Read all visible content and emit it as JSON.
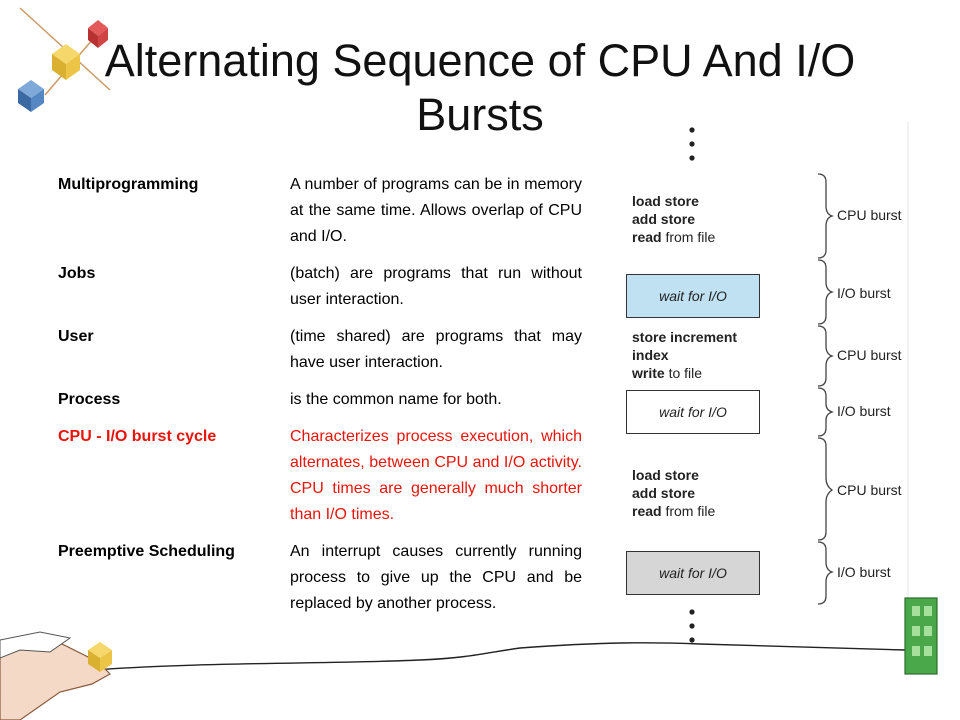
{
  "title": "Alternating Sequence of CPU And I/O Bursts",
  "definitions": [
    {
      "term": "Multiprogramming",
      "desc": "A number of programs can be in memory at the same time. Allows overlap of CPU and I/O.",
      "highlight": false
    },
    {
      "term": "Jobs",
      "desc": "(batch) are programs that run without user interaction.",
      "highlight": false
    },
    {
      "term": "User",
      "desc": "(time shared) are programs that may have user interaction.",
      "highlight": false
    },
    {
      "term": "Process",
      "desc": "is the common name for both.",
      "highlight": false
    },
    {
      "term": "CPU - I/O burst cycle",
      "desc": "Characterizes process execution, which alternates, between CPU and I/O activity. CPU times are generally much shorter than I/O times.",
      "highlight": true
    },
    {
      "term": "Preemptive Scheduling",
      "desc": "An interrupt causes currently running process to give up the CPU and be replaced by another process.",
      "highlight": false
    }
  ],
  "diagram": {
    "code_blocks": [
      {
        "lines": [
          {
            "op": "load store",
            "rest": ""
          },
          {
            "op": "add store",
            "rest": ""
          },
          {
            "op": "read",
            "rest": " from file"
          }
        ]
      },
      {
        "lines": [
          {
            "op": "store increment",
            "rest": ""
          },
          {
            "op": "index",
            "rest": ""
          },
          {
            "op": "write",
            "rest": " to file"
          }
        ]
      },
      {
        "lines": [
          {
            "op": "load store",
            "rest": ""
          },
          {
            "op": "add store",
            "rest": ""
          },
          {
            "op": "read",
            "rest": " from file"
          }
        ]
      }
    ],
    "wait_label": "wait for I/O",
    "bursts": [
      "CPU burst",
      "I/O burst",
      "CPU burst",
      "I/O burst",
      "CPU burst",
      "I/O burst"
    ],
    "colors": {
      "wait_box_1": "#bfe1f1",
      "wait_box_2": "#ffffff",
      "wait_box_3": "#d6d6d6"
    }
  },
  "colors": {
    "highlight": "#e8150d"
  }
}
